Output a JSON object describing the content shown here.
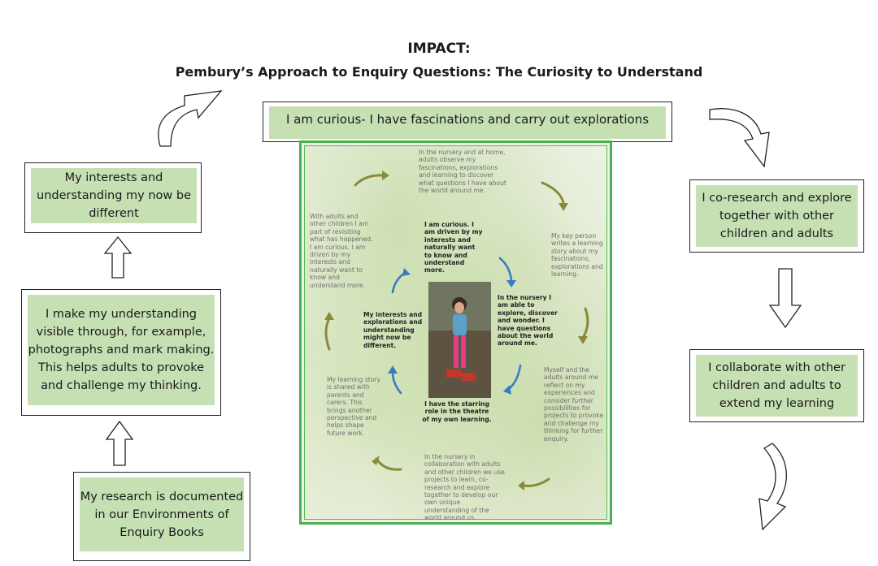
{
  "header": {
    "title": "IMPACT:",
    "subtitle": "Pembury’s Approach to Enquiry Questions: The Curiosity to Understand"
  },
  "cycle_boxes": {
    "top": "I am curious- I have fascinations and carry out explorations",
    "right_top": "I co-research and explore together with other children and adults",
    "right_bottom": "I collaborate with other children and adults to extend my learning",
    "left_bottom": "My research is documented in our Environments of Enquiry Books",
    "left_middle": "I make my understanding visible through, for example, photographs and mark making. This helps adults to provoke and challenge my thinking.",
    "left_top": "My interests and understanding my now be different"
  },
  "poster": {
    "t_top": "In the nursery and at home, adults observe my fascinations, explorations and learning to discover what questions I have about the world around me.",
    "t_keyperson": "My key person writes a learning story about my fascinations, explorations and learning.",
    "t_reflect": "Myself and the adults around me reflect on my experiences and consider further possibilities for projects to provoke and challenge my thinking for further enquiry.",
    "t_bottom": "In the nursery in collaboration with adults and other children we use projects to learn, co-research and explore together to develop our own unique understanding of the world around us.",
    "t_shared": "My learning story is shared with parents and carers. This brings another perspective and helps shape future work.",
    "t_revisit": "With adults and other children I am part of revisiting what has happened. I am curious. I am driven by my interests and naturally want to know and understand more.",
    "b_curious": "I am curious. I am driven by my interests and naturally want to know and understand more.",
    "b_nursery": "In the nursery I am able to explore, discover and wonder. I have questions about the world around me.",
    "b_starring": "I have the starring role in the theatre of my own learning.",
    "b_interests": "My interests and explorations and understanding might now be different."
  },
  "colors": {
    "box_fill": "#c6e0b4",
    "poster_border": "#4bb04f",
    "olive_arrow": "#8a8a3a",
    "blue_arrow": "#3a7cc4"
  },
  "icons": [
    "curved-arrow-icon",
    "up-arrow-icon",
    "down-arrow-icon"
  ]
}
